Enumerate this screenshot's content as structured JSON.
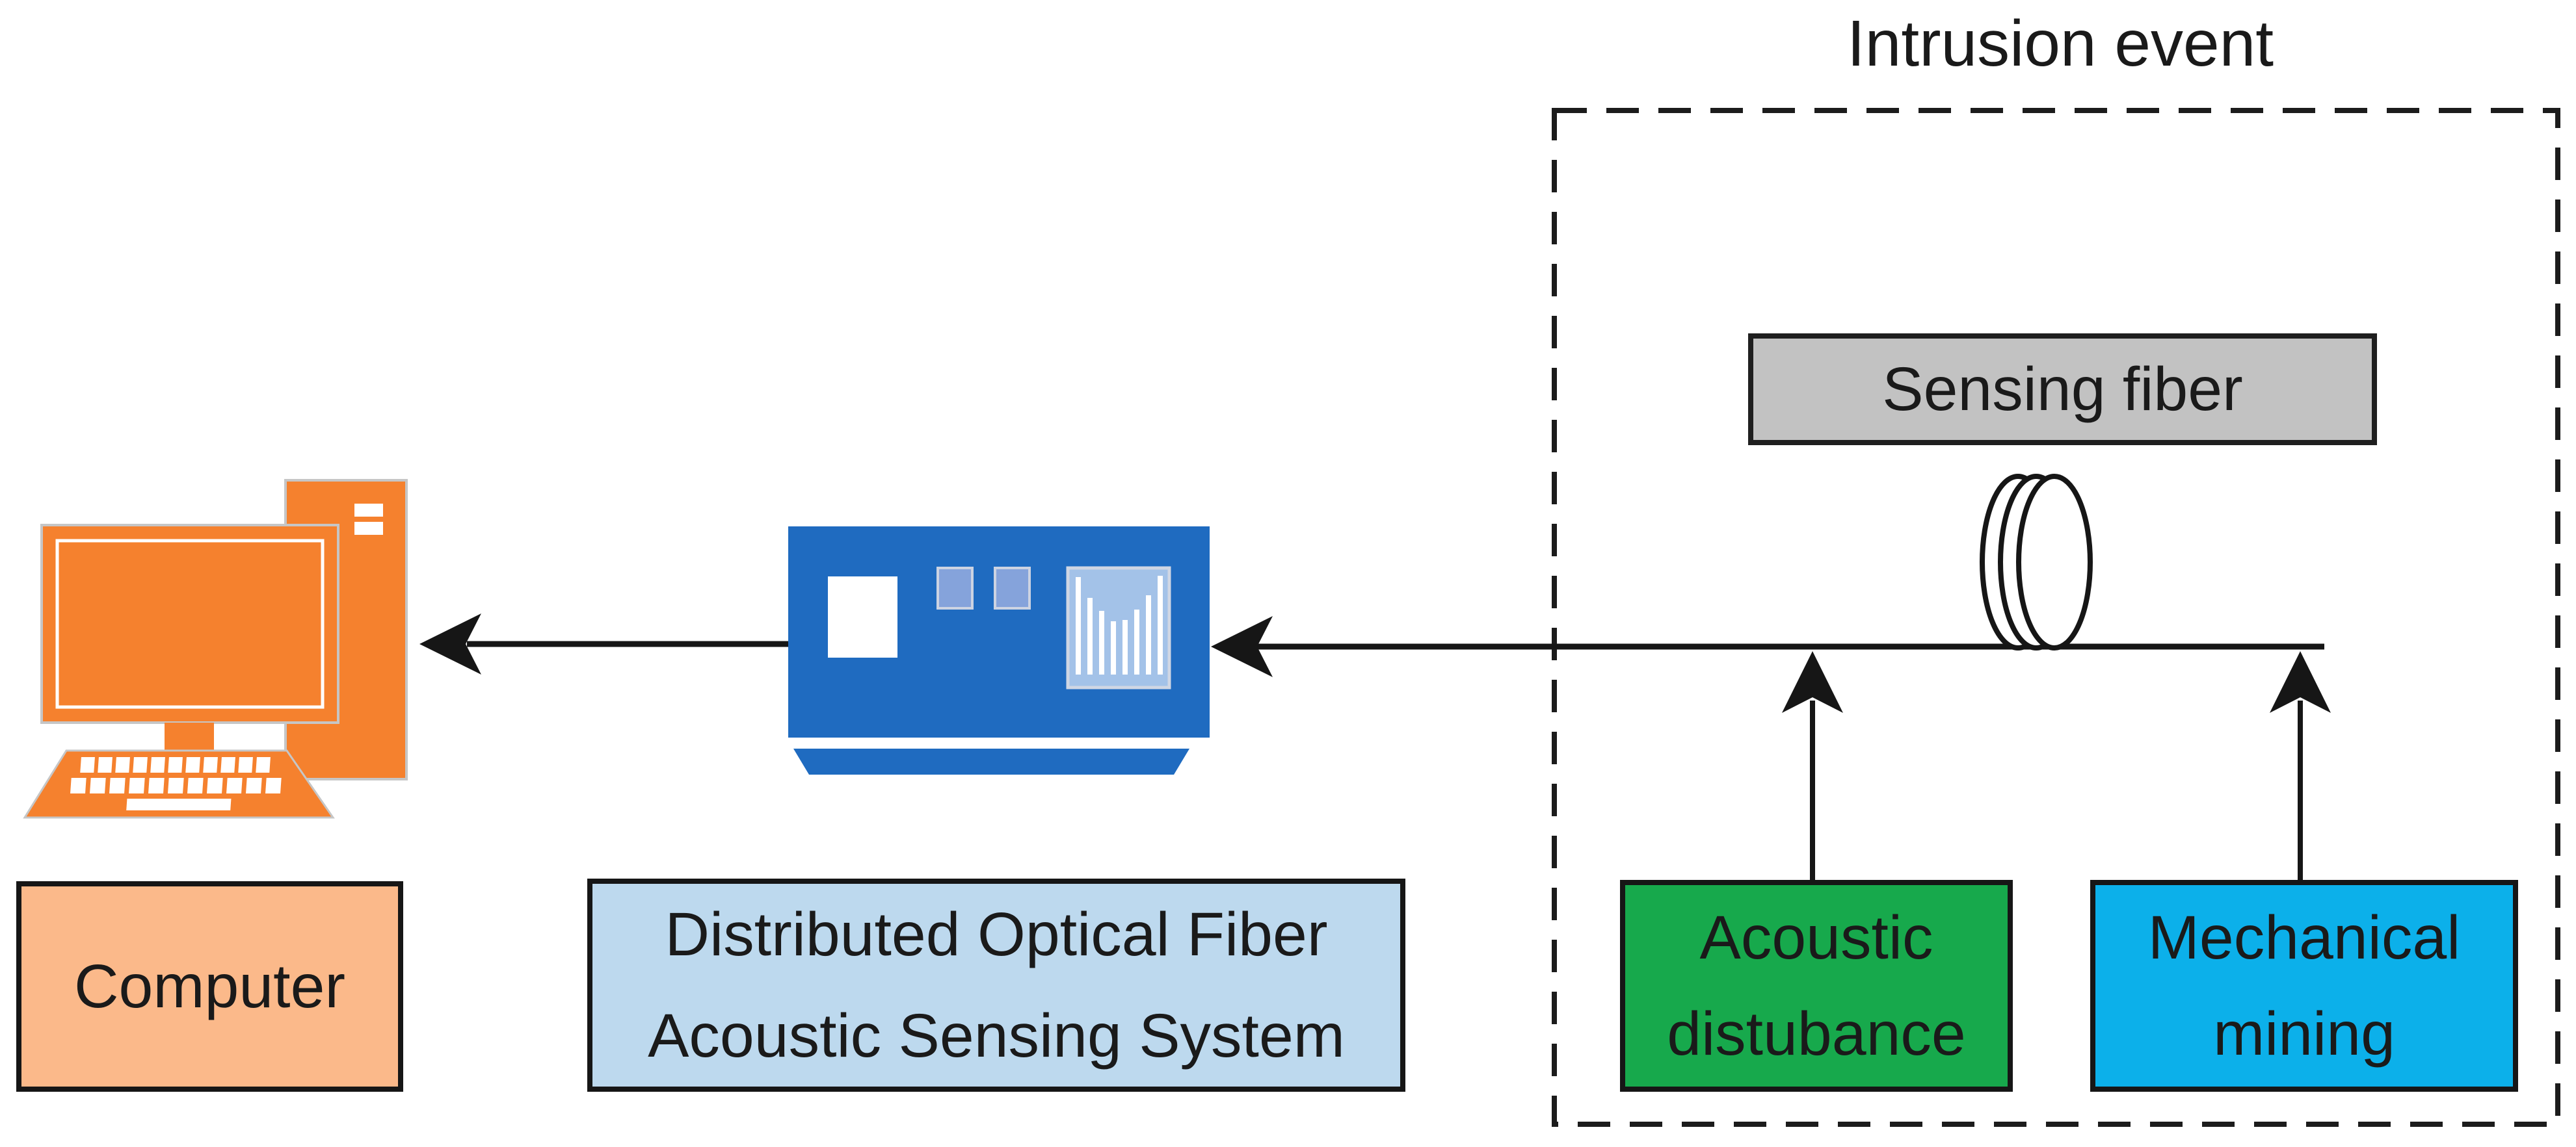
{
  "diagram_title": "Intrusion event",
  "boxes": {
    "computer": {
      "label": "Computer"
    },
    "das": {
      "line1": "Distributed Optical Fiber",
      "line2": "Acoustic Sensing System"
    },
    "sensing_fiber": {
      "label": "Sensing fiber"
    },
    "acoustic": {
      "line1": "Acoustic",
      "line2": "distubance"
    },
    "mechanical": {
      "line1": "Mechanical",
      "line2": "mining"
    }
  },
  "icons": {
    "computer": "desktop-computer-icon",
    "das_device": "das-interrogator-icon",
    "fiber_coil": "fiber-coil-icon",
    "arrows": "left-arrow-icon, up-arrow-icon"
  },
  "colors": {
    "computer-orange": "#F5812E",
    "computer-box-fill": "#FBB98A",
    "das-box-fill": "#BDD9EE",
    "device-blue": "#1F6BC0",
    "device-panel-blue": "#85A3DB",
    "device-screen-blue": "#A3C2E8",
    "sensing-gray": "#C2C2C2",
    "acoustic-green": "#17A94C",
    "mechanical-cyan": "#0CB0EA",
    "line-black": "#161616"
  }
}
